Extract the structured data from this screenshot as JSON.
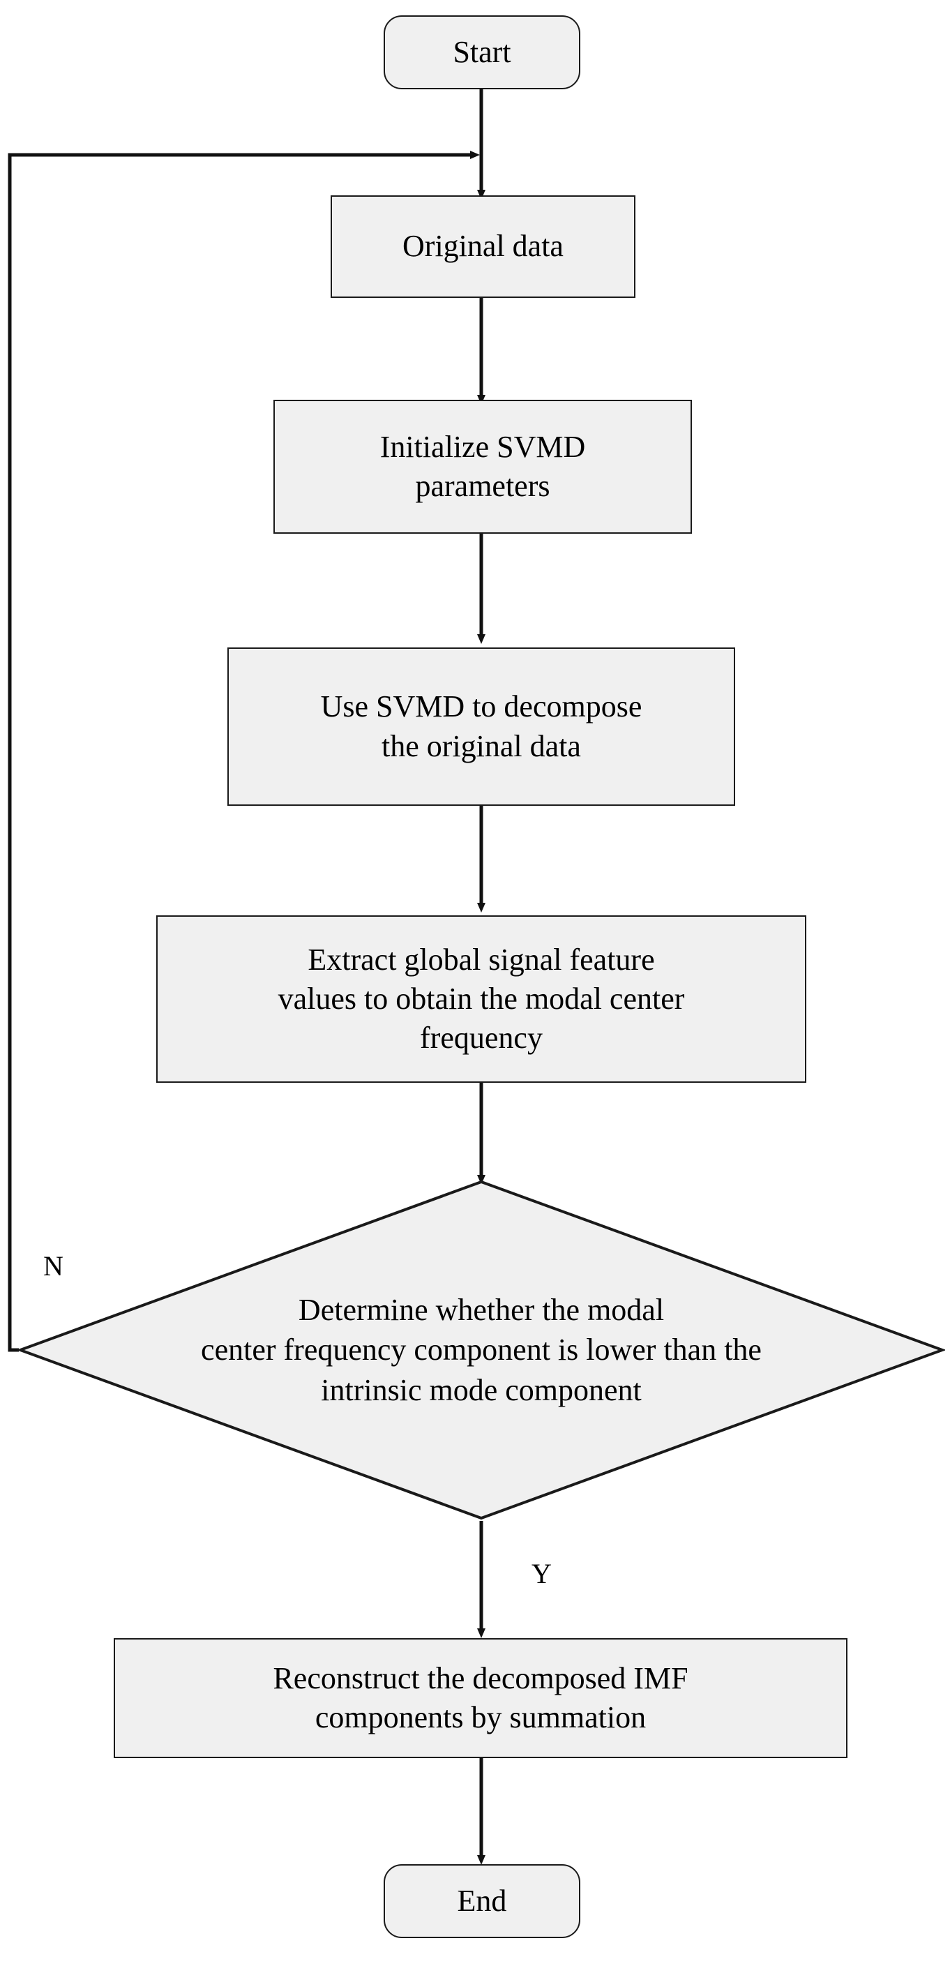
{
  "diagram": {
    "title": "SVMD decomposition flowchart",
    "style": {
      "node_fill": "#f0f0f0",
      "node_stroke": "#1a1a1a",
      "background": "#ffffff",
      "text_color": "#000000"
    },
    "nodes": [
      {
        "id": "start",
        "type": "terminator",
        "label": "Start"
      },
      {
        "id": "original_data",
        "type": "process",
        "label": "Original data"
      },
      {
        "id": "init_params",
        "type": "process",
        "label": "Initialize SVMD\nparameters"
      },
      {
        "id": "decompose",
        "type": "process",
        "label": "Use SVMD to decompose\nthe original data"
      },
      {
        "id": "extract",
        "type": "process",
        "label": "Extract global signal feature\nvalues to obtain the modal center\nfrequency"
      },
      {
        "id": "decision",
        "type": "decision",
        "label": "Determine whether the modal\ncenter frequency component is lower than the\nintrinsic mode component"
      },
      {
        "id": "reconstruct",
        "type": "process",
        "label": "Reconstruct the decomposed IMF\ncomponents by summation"
      },
      {
        "id": "end",
        "type": "terminator",
        "label": "End"
      }
    ],
    "edge_labels": {
      "no": "N",
      "yes": "Y"
    },
    "edges": [
      {
        "from": "start",
        "to": "original_data",
        "label": ""
      },
      {
        "from": "original_data",
        "to": "init_params",
        "label": ""
      },
      {
        "from": "init_params",
        "to": "decompose",
        "label": ""
      },
      {
        "from": "decompose",
        "to": "extract",
        "label": ""
      },
      {
        "from": "extract",
        "to": "decision",
        "label": ""
      },
      {
        "from": "decision",
        "to": "reconstruct",
        "label": "Y"
      },
      {
        "from": "decision",
        "to": "original_data",
        "label": "N"
      },
      {
        "from": "reconstruct",
        "to": "end",
        "label": ""
      }
    ]
  }
}
